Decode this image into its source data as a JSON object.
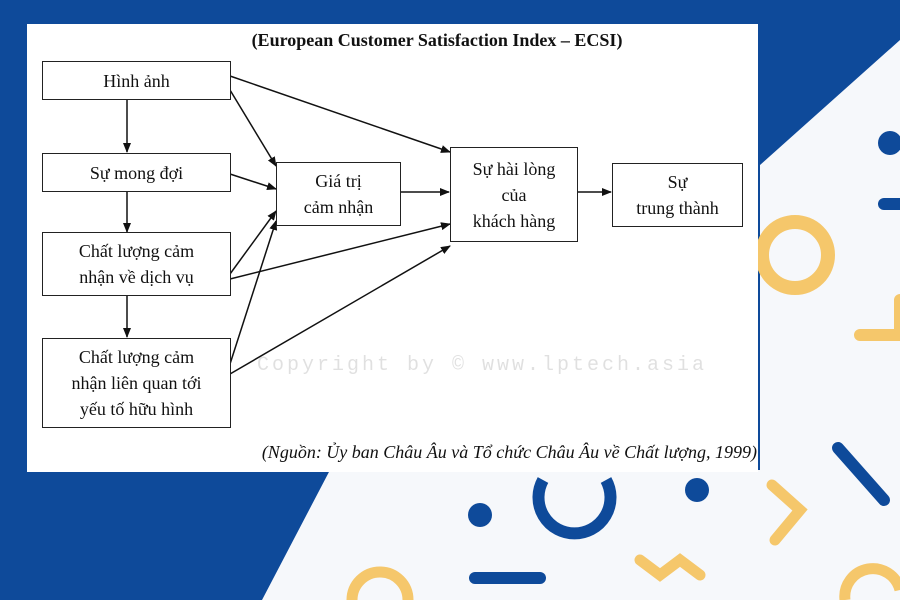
{
  "title": "(European Customer Satisfaction Index – ECSI)",
  "source": "(Nguồn: Ủy ban Châu Âu và Tổ chức Châu Âu về Chất lượng, 1999)",
  "watermark": "Copyright by © www.lptech.asia",
  "nodes": {
    "hinh_anh": "Hình ảnh",
    "su_mong_doi": "Sự mong đợi",
    "chat_luong_dich_vu": "Chất lượng cảm\nnhận về dịch vụ",
    "chat_luong_huu_hinh": "Chất lượng cảm\nnhận liên quan tới\nyếu tố hữu hình",
    "gia_tri_cam_nhan": "Giá trị\ncảm nhận",
    "su_hai_long": "Sự hài lòng\ncủa\nkhách hàng",
    "su_trung_thanh": "Sự\ntrung thành"
  },
  "colors": {
    "background_blue": "#0e4a9a",
    "accent_yellow": "#f5c76b",
    "box_border": "#222222"
  }
}
